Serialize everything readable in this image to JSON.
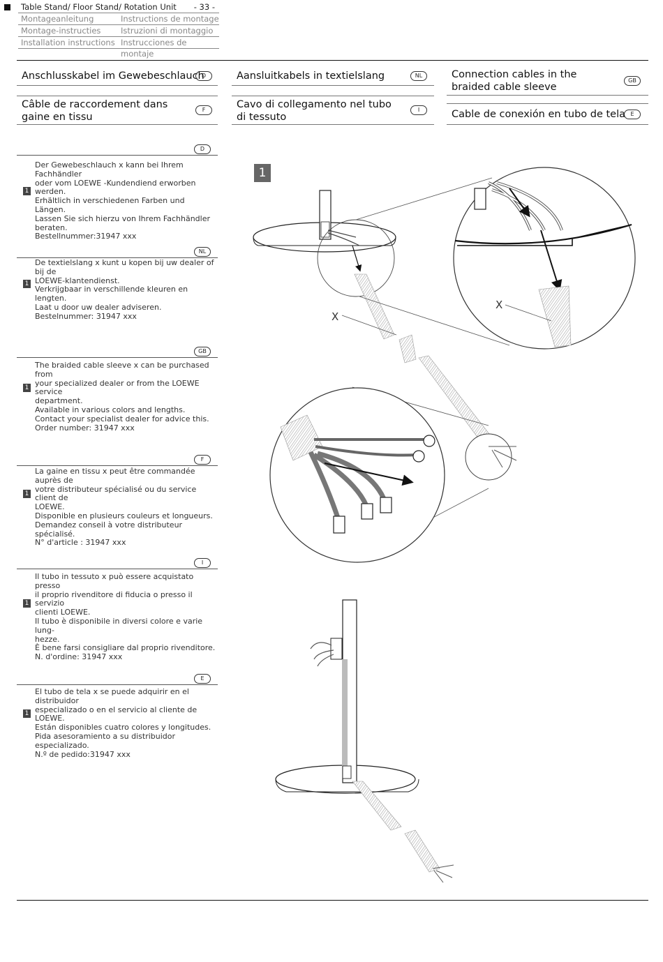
{
  "header": {
    "rows": [
      {
        "left": "Table Stand/ Floor Stand/ Rotation Unit",
        "right": "",
        "page": "- 33 -"
      },
      {
        "left": "Montageanleitung",
        "right": "Instructions de montage",
        "page": ""
      },
      {
        "left": "Montage-instructies",
        "right": "Istruzioni di montaggio",
        "page": ""
      },
      {
        "left": "Installation instructions",
        "right": "Instrucciones de montaje",
        "page": ""
      }
    ]
  },
  "titles": [
    {
      "text": "Anschlusskabel im Gewebeschlauch",
      "lang": "D"
    },
    {
      "text": "Aansluitkabels in textielslang",
      "lang": "NL"
    },
    {
      "text": "Connection cables in the braided cable sleeve",
      "lang": "GB"
    },
    {
      "text": "Câble de raccordement dans gaine en tissu",
      "lang": "F"
    },
    {
      "text": "Cavo di collegamento nel tubo di tessuto",
      "lang": "I"
    },
    {
      "text": "Cable de conexión en tubo de tela",
      "lang": "E"
    }
  ],
  "sections": [
    {
      "lang": "D",
      "step": "1",
      "text": "Der Gewebeschlauch x kann bei Ihrem Fachhändler\noder vom LOEWE -Kundendiend erworben werden.\nErhältlich in verschiedenen Farben und Längen.\nLassen Sie sich hierzu von Ihrem Fachhändler\nberaten.\nBestellnummer:31947 xxx"
    },
    {
      "lang": "NL",
      "step": "1",
      "text": "De textielslang x kunt u kopen bij uw dealer of bij de\nLOEWE-klantendienst.\nVerkrijgbaar in verschillende kleuren en lengten.\nLaat u door uw dealer adviseren.\nBestelnummer: 31947 xxx"
    },
    {
      "lang": "GB",
      "step": "1",
      "text": "The braided cable sleeve x can be purchased from\nyour specialized dealer or from the LOEWE service\ndepartment.\nAvailable in various colors and lengths.\nContact your specialist dealer for advice this.\nOrder number: 31947 xxx"
    },
    {
      "lang": "F",
      "step": "1",
      "text": "La gaine en tissu x peut être commandée auprès de\nvotre distributeur spécialisé ou du service client de\nLOEWE.\nDisponible en plusieurs couleurs et longueurs.\nDemandez conseil à votre distributeur spécialisé.\nN° d'article : 31947 xxx"
    },
    {
      "lang": "I",
      "step": "1",
      "text": "Il tubo in tessuto x può essere acquistato presso\nil proprio rivenditore di fiducia o presso il servizio\nclienti LOEWE.\nIl tubo è disponibile in diversi colore e varie lung-\nhezze.\nÈ bene farsi consigliare dal proprio rivenditore.\nN. d'ordine: 31947 xxx"
    },
    {
      "lang": "E",
      "step": "1",
      "text": "El tubo de tela x se puede adquirir en el distribuidor\nespecializado o en el servicio al cliente de LOEWE.\nEstán disponibles cuatro colores y longitudes.\nPida asesoramiento a su distribuidor especializado.\nN.º de pedido:31947 xxx"
    }
  ],
  "figure": {
    "step_number": "1",
    "label_x": "X"
  }
}
